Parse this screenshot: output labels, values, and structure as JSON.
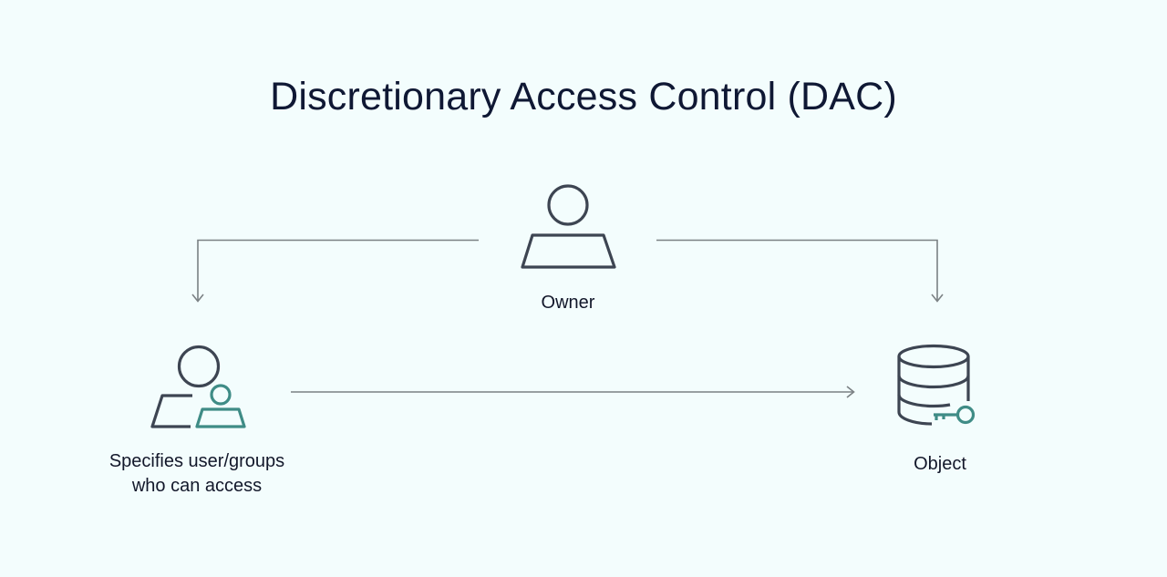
{
  "title": "Discretionary Access Control (DAC)",
  "nodes": {
    "owner": {
      "label": "Owner",
      "icon": "user-icon"
    },
    "users": {
      "label_lines": [
        "Specifies user/groups",
        "who can access"
      ],
      "icon": "user-group-icon"
    },
    "object": {
      "label": "Object",
      "icon": "database-key-icon"
    }
  },
  "edges": [
    {
      "from": "owner",
      "to": "users"
    },
    {
      "from": "owner",
      "to": "object"
    },
    {
      "from": "users",
      "to": "object"
    }
  ],
  "colors": {
    "background": "#f3fdfd",
    "title": "#0f1834",
    "icon_primary": "#3d4552",
    "icon_accent": "#3f8c86",
    "connector": "#7b8184"
  }
}
